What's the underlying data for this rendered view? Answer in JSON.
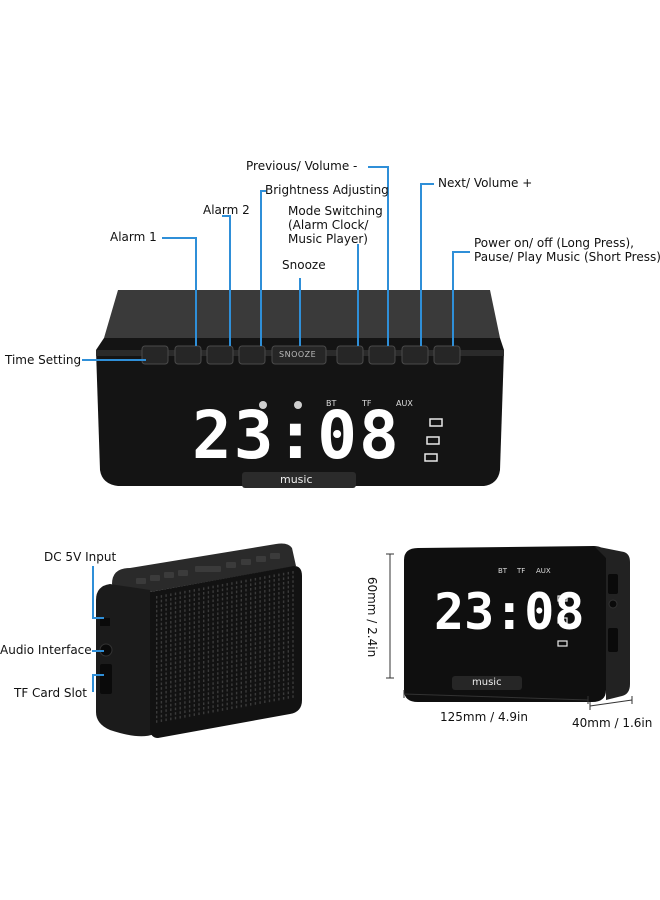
{
  "top_labels": {
    "previous_volume": "Previous/ Volume -",
    "next_volume": "Next/ Volume +",
    "brightness": "Brightness Adjusting",
    "alarm2": "Alarm 2",
    "mode_line1": "Mode Switching",
    "mode_line2": "(Alarm Clock/",
    "mode_line3": "Music Player)",
    "alarm1": "Alarm 1",
    "power_line1": "Power on/ off (Long Press),",
    "power_line2": "Pause/ Play Music (Short Press)",
    "snooze": "Snooze",
    "time_setting": "Time Setting"
  },
  "device": {
    "time": "23:08",
    "icons_row": [
      "BT",
      "TF",
      "AUX"
    ],
    "music_label": "music",
    "snooze_key": "SNOOZE"
  },
  "side_labels": {
    "dc_input": "DC 5V Input",
    "audio": "Audio Interface",
    "tf_card": "TF Card Slot"
  },
  "dimensions": {
    "height": "60mm / 2.4in",
    "width": "125mm / 4.9in",
    "depth": "40mm / 1.6in"
  },
  "colors": {
    "callout_line": "#2f8fd8",
    "device_body": "#1c1c1c",
    "display_digits": "#ffffff"
  }
}
